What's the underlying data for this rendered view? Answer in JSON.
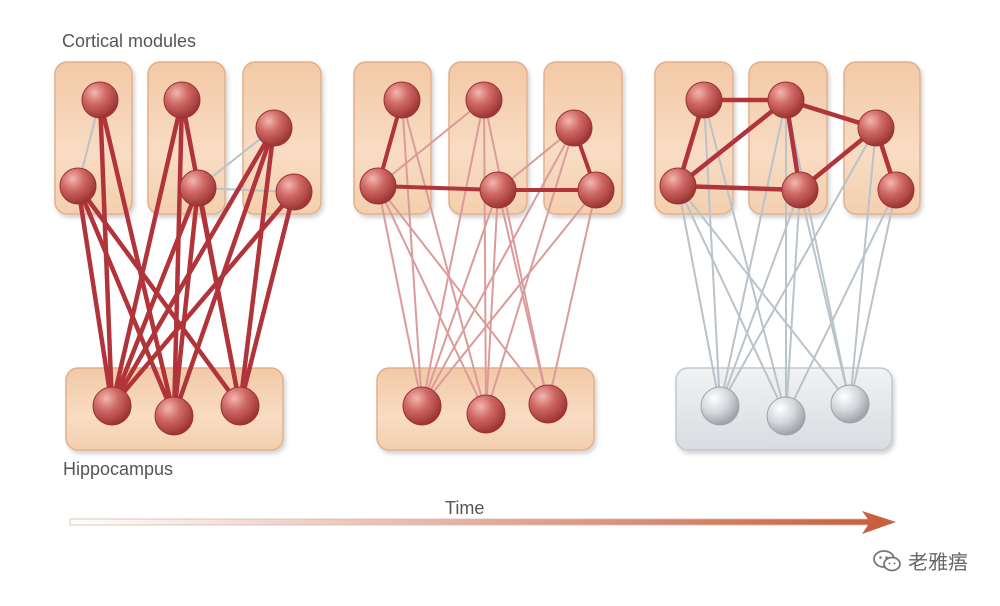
{
  "labels": {
    "cortical": "Cortical modules",
    "hippocampus": "Hippocampus",
    "time": "Time"
  },
  "watermark": {
    "text": "老雅痦",
    "icon": "wechat-icon"
  },
  "colors": {
    "module_fill": "#f7d3b4",
    "module_fill_faded": "#dde0e4",
    "strong_link": "#b0343a",
    "faded_link": "#dc9b9b",
    "grey_link": "#b9c3c9",
    "node": "#c8504f",
    "node_grey": "#c9cdd2",
    "arrow": "#c96a50"
  },
  "stages": [
    {
      "link_state": "hippocampal-links-strong",
      "cortical_links": "weak",
      "hippocampus_active": true
    },
    {
      "link_state": "hippocampal-links-fading",
      "cortical_links": "strengthening",
      "hippocampus_active": true
    },
    {
      "link_state": "hippocampal-links-lost",
      "cortical_links": "strong",
      "hippocampus_active": false
    }
  ]
}
